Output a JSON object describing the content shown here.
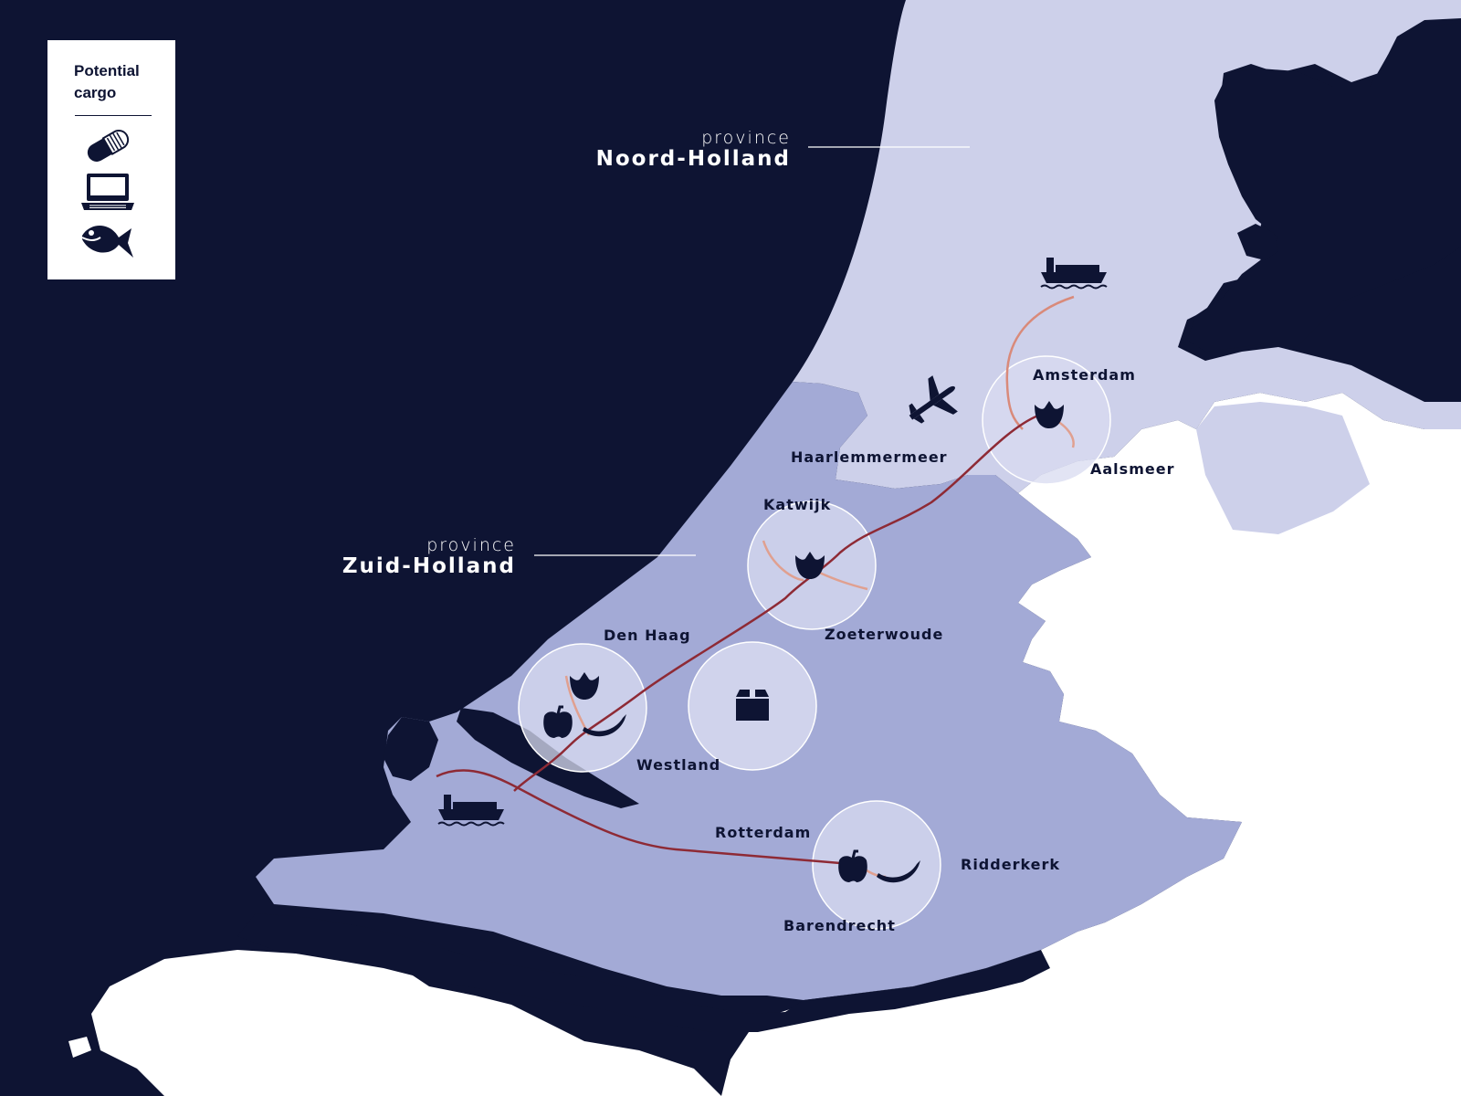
{
  "legend": {
    "title_line1": "Potential",
    "title_line2": "cargo",
    "items": [
      {
        "icon": "pill-capsule-icon"
      },
      {
        "icon": "laptop-icon"
      },
      {
        "icon": "fish-icon"
      }
    ]
  },
  "provinces": {
    "noord": {
      "prefix": "province",
      "name": "Noord-Holland"
    },
    "zuid": {
      "prefix": "province",
      "name": "Zuid-Holland"
    }
  },
  "cities": {
    "amsterdam": "Amsterdam",
    "aalsmeer": "Aalsmeer",
    "haarlemmermeer": "Haarlemmermeer",
    "katwijk": "Katwijk",
    "zoeterwoude": "Zoeterwoude",
    "den_haag": "Den Haag",
    "westland": "Westland",
    "rotterdam": "Rotterdam",
    "ridderkerk": "Ridderkerk",
    "barendrecht": "Barendrecht"
  },
  "hubs": [
    {
      "name": "amsterdam-hub",
      "icons": [
        "tulip-icon"
      ]
    },
    {
      "name": "katwijk-hub",
      "icons": [
        "tulip-icon"
      ]
    },
    {
      "name": "westland-hub",
      "icons": [
        "tulip-icon",
        "bell-pepper-icon",
        "banana-icon"
      ]
    },
    {
      "name": "warehouse-hub",
      "icons": [
        "box-icon"
      ]
    },
    {
      "name": "barendrecht-hub",
      "icons": [
        "bell-pepper-icon",
        "banana-icon"
      ]
    }
  ],
  "transport": [
    "container-ship-icon",
    "airplane-icon"
  ],
  "colors": {
    "sea": "#0e1433",
    "noord_holland": "#cdd0ea",
    "zuid_holland": "#a3aad6",
    "land_other": "#ffffff",
    "hub_circle": "#d8dbf0",
    "route_dark": "#8e2a35",
    "route_light": "#e0a090",
    "label_white": "#ffffff"
  }
}
